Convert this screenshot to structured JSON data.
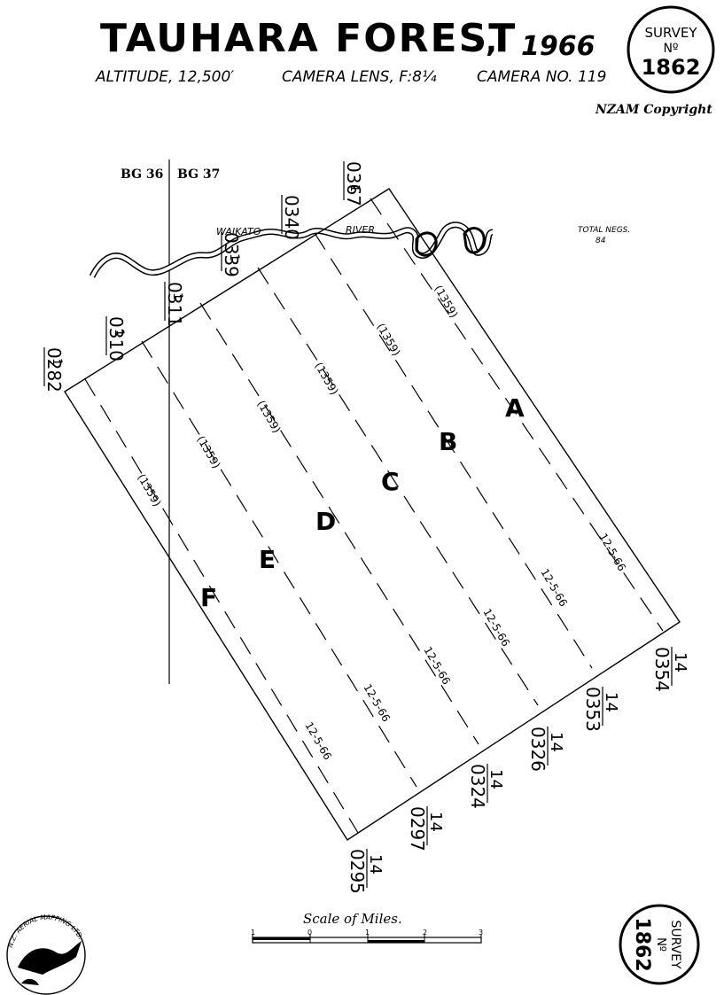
{
  "header": {
    "title": "TAUHARA FOREST",
    "comma": ",",
    "year": "1966",
    "altitude": "ALTITUDE, 12,500′",
    "lens": "CAMERA LENS, F:8¼",
    "camera": "CAMERA NO. 119",
    "copyright": "NZAM Copyright"
  },
  "stamp": {
    "line1": "SURVEY",
    "line2": "Nº",
    "number": "1862"
  },
  "sheets": {
    "left": "BG 36",
    "right": "BG 37"
  },
  "river": {
    "name1": "WAIKATO",
    "name2": "RIVER"
  },
  "total_negs": {
    "line1": "TOTAL NEGS.",
    "line2": "84"
  },
  "strips": [
    {
      "letter": "A",
      "start_frame": "0367",
      "start_run": "1",
      "end_frame": "0354",
      "end_run": "14",
      "height": "(1359)",
      "date": "12-5-66"
    },
    {
      "letter": "B",
      "start_frame": "0340",
      "start_run": "1",
      "end_frame": "0353",
      "end_run": "14",
      "height": "(1359)",
      "date": "12-5-66"
    },
    {
      "letter": "C",
      "start_frame": "0339",
      "start_run": "1",
      "end_frame": "0326",
      "end_run": "14",
      "height": "(1359)",
      "date": "12-5-66"
    },
    {
      "letter": "D",
      "start_frame": "0311",
      "start_run": "1",
      "end_frame": "0324",
      "end_run": "14",
      "height": "(1359)",
      "date": "12-5-66"
    },
    {
      "letter": "E",
      "start_frame": "0310",
      "start_run": "1",
      "end_frame": "0297",
      "end_run": "14",
      "height": "(1359)",
      "date": "12-5-66"
    },
    {
      "letter": "F",
      "start_frame": "0282",
      "start_run": "1",
      "end_frame": "0295",
      "end_run": "14",
      "height": "(1359)",
      "date": "12-5-66"
    }
  ],
  "scale": {
    "title": "Scale of Miles.",
    "ticks": [
      "1",
      "0",
      "1",
      "2",
      "3"
    ]
  },
  "logo": {
    "text": "N.Z. AERIAL MAPPING LTD."
  }
}
